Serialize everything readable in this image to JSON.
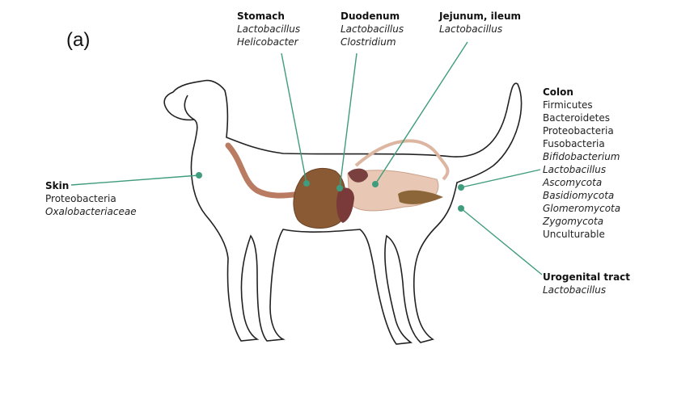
{
  "panel_label": "(a)",
  "line_color": "#3f9c7c",
  "labels": {
    "stomach": {
      "title": "Stomach",
      "items": [
        {
          "text": "Lactobacillus",
          "italic": true
        },
        {
          "text": "Helicobacter",
          "italic": true
        }
      ]
    },
    "duodenum": {
      "title": "Duodenum",
      "items": [
        {
          "text": "Lactobacillus",
          "italic": true
        },
        {
          "text": "Clostridium",
          "italic": true
        }
      ]
    },
    "jejunum": {
      "title": "Jejunum, ileum",
      "items": [
        {
          "text": "Lactobacillus",
          "italic": true
        }
      ]
    },
    "skin": {
      "title": "Skin",
      "items": [
        {
          "text": "Proteobacteria",
          "italic": false
        },
        {
          "text": "Oxalobacteriaceae",
          "italic": true
        }
      ]
    },
    "colon": {
      "title": "Colon",
      "items": [
        {
          "text": "Firmicutes",
          "italic": false
        },
        {
          "text": "Bacteroidetes",
          "italic": false
        },
        {
          "text": "Proteobacteria",
          "italic": false
        },
        {
          "text": "Fusobacteria",
          "italic": false
        },
        {
          "text": "Bifidobacterium",
          "italic": true
        },
        {
          "text": "Lactobacillus",
          "italic": true
        },
        {
          "text": "Ascomycota",
          "italic": true
        },
        {
          "text": "Basidiomycota",
          "italic": true
        },
        {
          "text": "Glomeromycota",
          "italic": true
        },
        {
          "text": "Zygomycota",
          "italic": true
        },
        {
          "text": "Unculturable",
          "italic": false
        }
      ]
    },
    "urogenital": {
      "title": "Urogenital tract",
      "items": [
        {
          "text": "Lactobacillus",
          "italic": true
        }
      ]
    }
  }
}
